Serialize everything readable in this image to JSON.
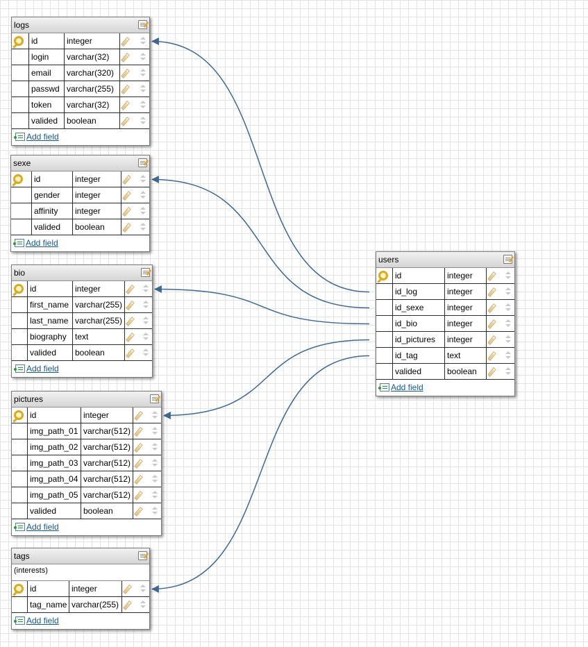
{
  "add_field_label": "Add field",
  "tables": {
    "logs": {
      "title": "logs",
      "fields": [
        {
          "name": "id",
          "type": "integer",
          "primary_key": true
        },
        {
          "name": "login",
          "type": "varchar(32)"
        },
        {
          "name": "email",
          "type": "varchar(320)"
        },
        {
          "name": "passwd",
          "type": "varchar(255)"
        },
        {
          "name": "token",
          "type": "varchar(32)"
        },
        {
          "name": "valided",
          "type": "boolean"
        }
      ]
    },
    "sexe": {
      "title": "sexe",
      "fields": [
        {
          "name": "id",
          "type": "integer",
          "primary_key": true
        },
        {
          "name": "gender",
          "type": "integer"
        },
        {
          "name": "affinity",
          "type": "integer"
        },
        {
          "name": "valided",
          "type": "boolean"
        }
      ]
    },
    "bio": {
      "title": "bio",
      "fields": [
        {
          "name": "id",
          "type": "integer",
          "primary_key": true
        },
        {
          "name": "first_name",
          "type": "varchar(255)"
        },
        {
          "name": "last_name",
          "type": "varchar(255)"
        },
        {
          "name": "biography",
          "type": "text"
        },
        {
          "name": "valided",
          "type": "boolean"
        }
      ]
    },
    "pictures": {
      "title": "pictures",
      "fields": [
        {
          "name": "id",
          "type": "integer",
          "primary_key": true
        },
        {
          "name": "img_path_01",
          "type": "varchar(512)"
        },
        {
          "name": "img_path_02",
          "type": "varchar(512)"
        },
        {
          "name": "img_path_03",
          "type": "varchar(512)"
        },
        {
          "name": "img_path_04",
          "type": "varchar(512)"
        },
        {
          "name": "img_path_05",
          "type": "varchar(512)"
        },
        {
          "name": "valided",
          "type": "boolean"
        }
      ]
    },
    "tags": {
      "title": "tags",
      "comment": "(interests)",
      "fields": [
        {
          "name": "id",
          "type": "integer",
          "primary_key": true
        },
        {
          "name": "tag_name",
          "type": "varchar(255)"
        }
      ]
    },
    "users": {
      "title": "users",
      "fields": [
        {
          "name": "id",
          "type": "integer",
          "primary_key": true
        },
        {
          "name": "id_log",
          "type": "integer"
        },
        {
          "name": "id_sexe",
          "type": "integer"
        },
        {
          "name": "id_bio",
          "type": "integer"
        },
        {
          "name": "id_pictures",
          "type": "integer"
        },
        {
          "name": "id_tag",
          "type": "text"
        },
        {
          "name": "valided",
          "type": "boolean"
        }
      ]
    }
  },
  "relations": [
    {
      "from": "users.id_log",
      "to": "logs.id"
    },
    {
      "from": "users.id_sexe",
      "to": "sexe.id"
    },
    {
      "from": "users.id_bio",
      "to": "bio.id"
    },
    {
      "from": "users.id_pictures",
      "to": "pictures.id"
    },
    {
      "from": "users.id_tag",
      "to": "tags.id"
    }
  ],
  "colors": {
    "link": "#3b6896"
  }
}
